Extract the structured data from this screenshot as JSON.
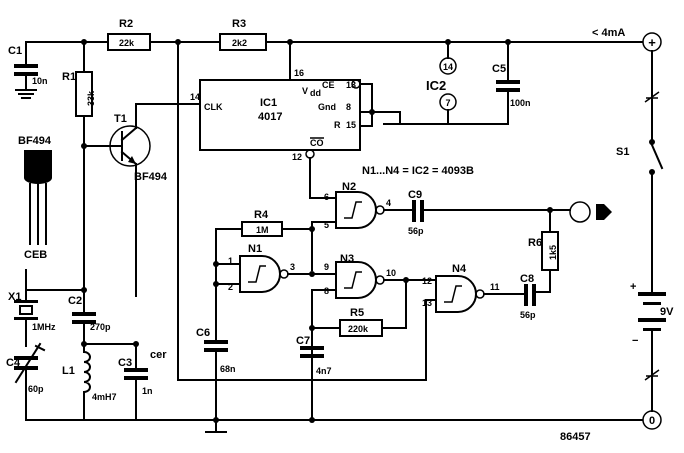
{
  "components": {
    "C1": {
      "ref": "C1",
      "value": "10n"
    },
    "R1": {
      "ref": "R1",
      "value": "33k"
    },
    "R2": {
      "ref": "R2",
      "value": "22k"
    },
    "R3": {
      "ref": "R3",
      "value": "2k2"
    },
    "R4": {
      "ref": "R4",
      "value": "1M"
    },
    "R5": {
      "ref": "R5",
      "value": "220k"
    },
    "R6": {
      "ref": "R6",
      "value": "1k5"
    },
    "T1": {
      "ref": "T1",
      "value": "BF494"
    },
    "IC1": {
      "ref": "IC1",
      "value": "4017"
    },
    "IC2": {
      "ref": "IC2"
    },
    "C2": {
      "ref": "C2",
      "value": "270p"
    },
    "C3": {
      "ref": "C3",
      "value": "1n"
    },
    "C4": {
      "ref": "C4",
      "value": "60p"
    },
    "C5": {
      "ref": "C5",
      "value": "100n"
    },
    "C6": {
      "ref": "C6",
      "value": "68n"
    },
    "C7": {
      "ref": "C7",
      "value": "4n7"
    },
    "C8": {
      "ref": "C8",
      "value": "56p"
    },
    "C9": {
      "ref": "C9",
      "value": "56p"
    },
    "X1": {
      "ref": "X1",
      "value": "1MHz"
    },
    "L1": {
      "ref": "L1",
      "value": "4mH7"
    },
    "S1": {
      "ref": "S1"
    },
    "N1": {
      "ref": "N1"
    },
    "N2": {
      "ref": "N2"
    },
    "N3": {
      "ref": "N3"
    },
    "N4": {
      "ref": "N4"
    }
  },
  "ic1_pins": {
    "clk": "CLK",
    "vdd": "V",
    "vdd_sub": "dd",
    "ce": "CE",
    "gnd": "Gnd",
    "r": "R",
    "co": "CO",
    "p14": "14",
    "p16": "16",
    "p13": "13",
    "p8": "8",
    "p15": "15",
    "p12": "12"
  },
  "ic2_pins": {
    "p14": "14",
    "p7": "7"
  },
  "gate_pins": {
    "n1_a": "1",
    "n1_b": "2",
    "n1_y": "3",
    "n2_a": "6",
    "n2_b": "5",
    "n2_y": "4",
    "n3_a": "9",
    "n3_b": "8",
    "n3_y": "10",
    "n4_a": "12",
    "n4_b": "13",
    "n4_y": "11"
  },
  "transistor_pinout": {
    "label": "BF494",
    "pins": "CEB"
  },
  "crystal_note": "cer",
  "gate_note": "N1...N4 = IC2 = 4093B",
  "supply": {
    "current": "< 4mA",
    "voltage": "9V",
    "plus": "+",
    "plus_cell": "+",
    "minus_cell": "−",
    "ground": "0"
  },
  "figure_number": "86457"
}
